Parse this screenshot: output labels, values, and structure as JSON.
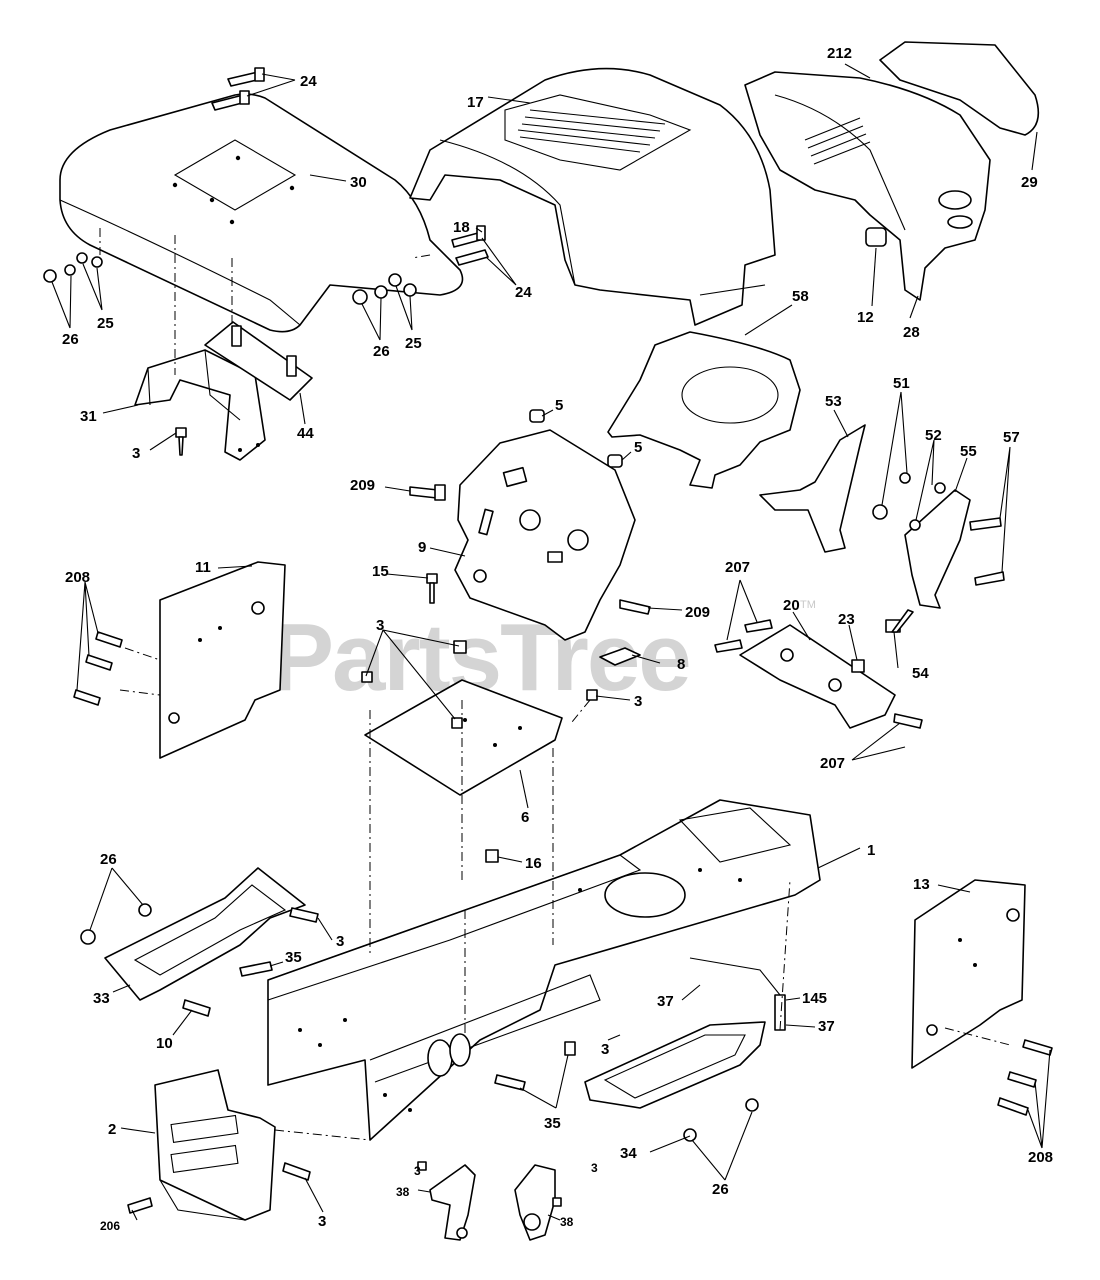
{
  "watermark": {
    "text": "PartsTree",
    "trademark": "TM"
  },
  "callouts": [
    {
      "id": "24a",
      "text": "24"
    },
    {
      "id": "17",
      "text": "17"
    },
    {
      "id": "212",
      "text": "212"
    },
    {
      "id": "30",
      "text": "30"
    },
    {
      "id": "29",
      "text": "29"
    },
    {
      "id": "18",
      "text": "18"
    },
    {
      "id": "24b",
      "text": "24"
    },
    {
      "id": "12",
      "text": "12"
    },
    {
      "id": "28",
      "text": "28"
    },
    {
      "id": "26a",
      "text": "26"
    },
    {
      "id": "25a",
      "text": "25"
    },
    {
      "id": "26b",
      "text": "26"
    },
    {
      "id": "25b",
      "text": "25"
    },
    {
      "id": "58",
      "text": "58"
    },
    {
      "id": "31",
      "text": "31"
    },
    {
      "id": "44",
      "text": "44"
    },
    {
      "id": "3a",
      "text": "3"
    },
    {
      "id": "5a",
      "text": "5"
    },
    {
      "id": "5b",
      "text": "5"
    },
    {
      "id": "53",
      "text": "53"
    },
    {
      "id": "51",
      "text": "51"
    },
    {
      "id": "52",
      "text": "52"
    },
    {
      "id": "55",
      "text": "55"
    },
    {
      "id": "57",
      "text": "57"
    },
    {
      "id": "209a",
      "text": "209"
    },
    {
      "id": "9",
      "text": "9"
    },
    {
      "id": "208a",
      "text": "208"
    },
    {
      "id": "11",
      "text": "11"
    },
    {
      "id": "15",
      "text": "15"
    },
    {
      "id": "207a",
      "text": "207"
    },
    {
      "id": "209b",
      "text": "209"
    },
    {
      "id": "20",
      "text": "20"
    },
    {
      "id": "23",
      "text": "23"
    },
    {
      "id": "3b",
      "text": "3"
    },
    {
      "id": "8",
      "text": "8"
    },
    {
      "id": "54",
      "text": "54"
    },
    {
      "id": "3c",
      "text": "3"
    },
    {
      "id": "207b",
      "text": "207"
    },
    {
      "id": "6",
      "text": "6"
    },
    {
      "id": "16",
      "text": "16"
    },
    {
      "id": "1",
      "text": "1"
    },
    {
      "id": "26c",
      "text": "26"
    },
    {
      "id": "13",
      "text": "13"
    },
    {
      "id": "3d",
      "text": "3"
    },
    {
      "id": "35a",
      "text": "35"
    },
    {
      "id": "33",
      "text": "33"
    },
    {
      "id": "10",
      "text": "10"
    },
    {
      "id": "37a",
      "text": "37"
    },
    {
      "id": "145",
      "text": "145"
    },
    {
      "id": "37b",
      "text": "37"
    },
    {
      "id": "3e",
      "text": "3"
    },
    {
      "id": "35b",
      "text": "35"
    },
    {
      "id": "2",
      "text": "2"
    },
    {
      "id": "34",
      "text": "34"
    },
    {
      "id": "26d",
      "text": "26"
    },
    {
      "id": "208b",
      "text": "208"
    },
    {
      "id": "3f",
      "text": "3"
    },
    {
      "id": "3g",
      "text": "3"
    },
    {
      "id": "38a",
      "text": "38"
    },
    {
      "id": "38b",
      "text": "38"
    },
    {
      "id": "3h",
      "text": "3"
    },
    {
      "id": "206",
      "text": "206"
    }
  ]
}
